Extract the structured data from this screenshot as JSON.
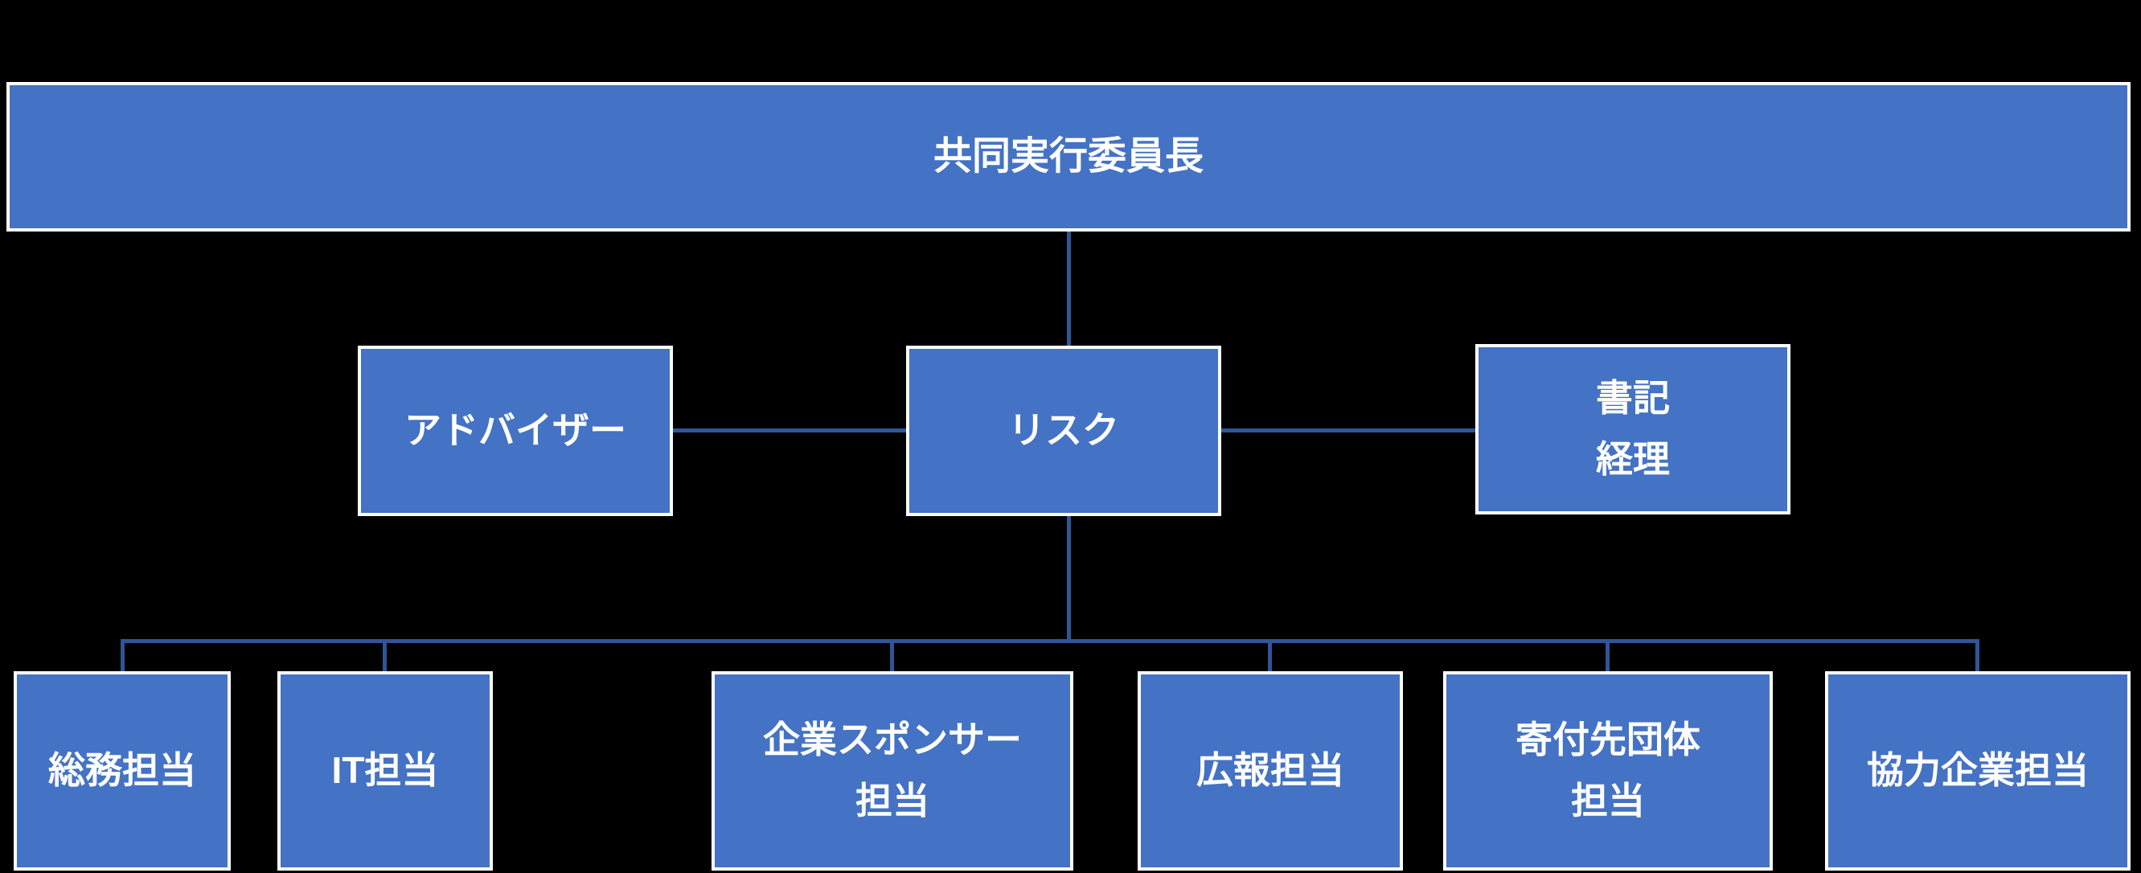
{
  "org_chart": {
    "nodes": {
      "chair": {
        "label": "共同実行委員長"
      },
      "advisor": {
        "label": "アドバイザー"
      },
      "risk": {
        "label": "リスク"
      },
      "secretary_accounting": {
        "line1": "書記",
        "line2": "経理"
      },
      "general_affairs": {
        "label": "総務担当"
      },
      "it": {
        "label": "IT担当"
      },
      "corporate_sponsor": {
        "line1": "企業スポンサー",
        "line2": "担当"
      },
      "public_relations": {
        "label": "広報担当"
      },
      "donation_recipients": {
        "line1": "寄付先団体",
        "line2": "担当"
      },
      "partner_companies": {
        "label": "協力企業担当"
      }
    }
  },
  "colors": {
    "background": "#000000",
    "box_fill": "#4472C4",
    "box_border": "#FFFFFF",
    "connector": "#2F5597",
    "text": "#FFFFFF"
  }
}
